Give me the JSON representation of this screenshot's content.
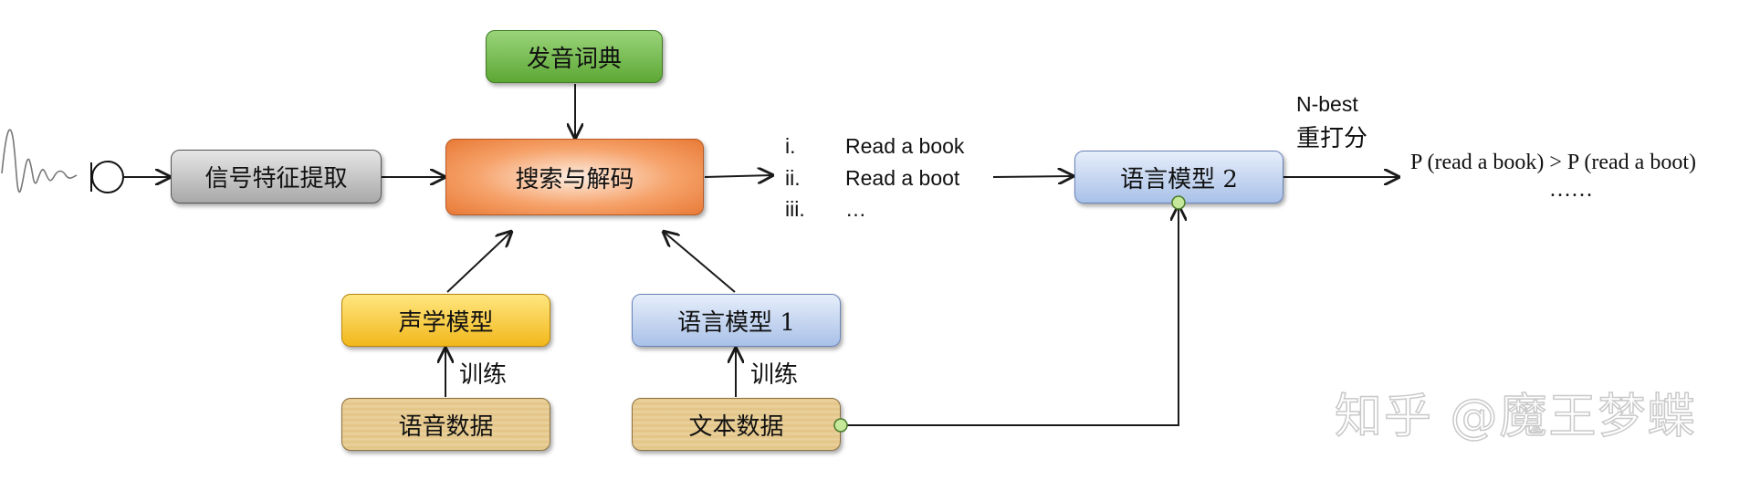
{
  "nodes": {
    "signal_feature": "信号特征提取",
    "search_decode": "搜索与解码",
    "pron_dict": "发音词典",
    "acoustic_model": "声学模型",
    "language_model_1": "语言模型 1",
    "speech_data": "语音数据",
    "text_data": "文本数据",
    "language_model_2": "语言模型 2"
  },
  "edge_labels": {
    "train_left": "训练",
    "train_right": "训练",
    "nbest_line1": "N-best",
    "nbest_line2": "重打分"
  },
  "candidates": [
    {
      "index": "i.",
      "text": "Read a book"
    },
    {
      "index": "ii.",
      "text": "Read a boot"
    },
    {
      "index": "iii.",
      "text": "…"
    }
  ],
  "result": {
    "line1": "P (read a book) > P (read a boot)",
    "line2": "……"
  },
  "watermark": "知乎 @魔王梦蝶",
  "colors": {
    "arrow": "#1a1a1a",
    "connector_dot": "#c5e89a"
  }
}
